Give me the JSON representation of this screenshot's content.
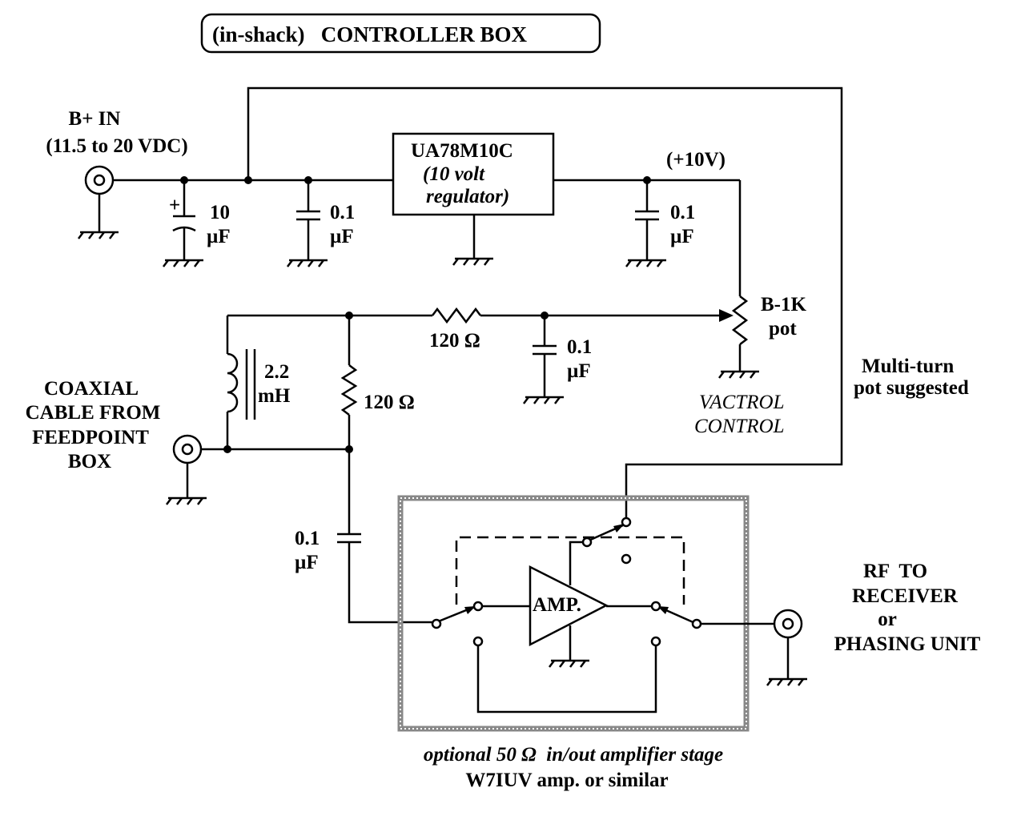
{
  "title": "(in-shack)   CONTROLLER BOX",
  "bplus": {
    "line1": "B+ IN",
    "line2": "(11.5 to 20 VDC)"
  },
  "c10": {
    "value": "10",
    "unit": "µF",
    "plus": "+"
  },
  "c01a": {
    "value": "0.1",
    "unit": "µF"
  },
  "regulator": {
    "part": "UA78M10C",
    "desc1": "(10 volt",
    "desc2": "regulator)"
  },
  "plus10v": "(+10V)",
  "c01b": {
    "value": "0.1",
    "unit": "µF"
  },
  "pot": {
    "line1": "B-1K",
    "line2": "pot"
  },
  "multiturn": {
    "line1": "Multi-turn",
    "line2": "pot suggested"
  },
  "vactrol": {
    "line1": "VACTROL",
    "line2": "CONTROL"
  },
  "r120a": "120 Ω",
  "c01c": {
    "value": "0.1",
    "unit": "µF"
  },
  "inductor": {
    "value": "2.2",
    "unit": "mH"
  },
  "r120b": "120 Ω",
  "coax": {
    "line1": "COAXIAL",
    "line2": "CABLE FROM",
    "line3": "FEEDPOINT",
    "line4": "BOX"
  },
  "c01d": {
    "value": "0.1",
    "unit": "µF"
  },
  "amp": "AMP.",
  "rfout": {
    "line1": "RF  TO",
    "line2": "RECEIVER",
    "line3": "or",
    "line4": "PHASING UNIT"
  },
  "caption": {
    "line1": "optional 50 Ω  in/out amplifier stage",
    "line2": "W7IUV amp. or similar"
  }
}
